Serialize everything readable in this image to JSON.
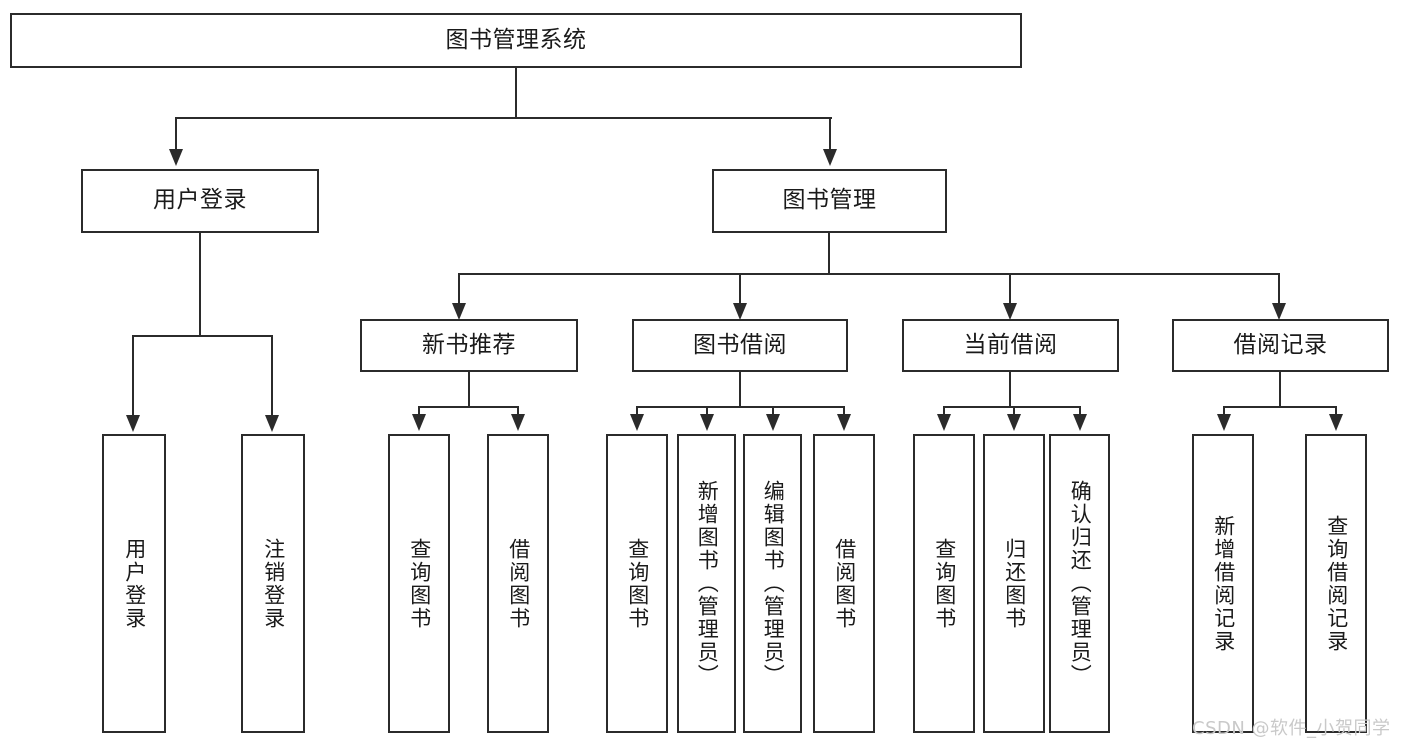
{
  "diagram": {
    "title": "图书管理系统",
    "watermark": "CSDN @软件_小贺同学",
    "colors": {
      "stroke": "#2b2b2b",
      "background": "#ffffff",
      "text": "#1a1a1a",
      "watermark": "#c9c9c9"
    },
    "levels": {
      "root": {
        "label": "图书管理系统"
      },
      "level2": [
        {
          "label": "用户登录"
        },
        {
          "label": "图书管理"
        }
      ],
      "level3": [
        {
          "label": "新书推荐"
        },
        {
          "label": "图书借阅"
        },
        {
          "label": "当前借阅"
        },
        {
          "label": "借阅记录"
        }
      ],
      "leaves": [
        {
          "label": "用户登录",
          "parent": "用户登录"
        },
        {
          "label": "注销登录",
          "parent": "用户登录"
        },
        {
          "label": "查询图书",
          "parent": "新书推荐"
        },
        {
          "label": "借阅图书",
          "parent": "新书推荐"
        },
        {
          "label": "查询图书",
          "parent": "图书借阅"
        },
        {
          "label": "新增图书（管理员）",
          "parent": "图书借阅"
        },
        {
          "label": "编辑图书（管理员）",
          "parent": "图书借阅"
        },
        {
          "label": "借阅图书",
          "parent": "图书借阅"
        },
        {
          "label": "查询图书",
          "parent": "当前借阅"
        },
        {
          "label": "归还图书",
          "parent": "当前借阅"
        },
        {
          "label": "确认归还（管理员）",
          "parent": "当前借阅"
        },
        {
          "label": "新增借阅记录",
          "parent": "借阅记录"
        },
        {
          "label": "查询借阅记录",
          "parent": "借阅记录"
        }
      ]
    }
  }
}
